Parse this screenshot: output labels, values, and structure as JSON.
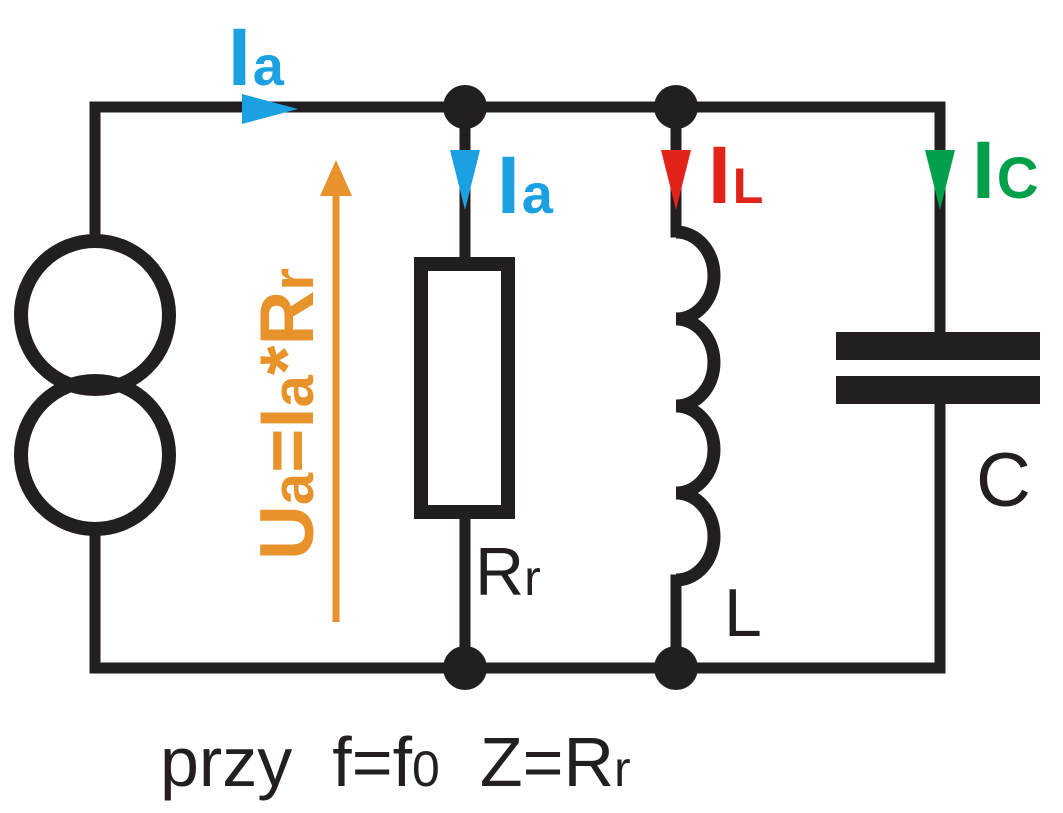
{
  "colors": {
    "wire": "#231f20",
    "blue": "#1ba1e2",
    "red": "#e2231a",
    "green": "#00a04b",
    "orange": "#e8922b"
  },
  "labels": {
    "source_current_main": "I",
    "source_current_sub": "a",
    "resistor_current_main": "I",
    "resistor_current_sub": "a",
    "inductor_current_main": "I",
    "inductor_current_sub": "L",
    "capacitor_current_main": "I",
    "capacitor_current_sub": "C",
    "voltage_U": "U",
    "voltage_a1": "a",
    "voltage_eq_I": "=I",
    "voltage_a2": "a",
    "voltage_mul_R": "*R",
    "voltage_r": "r",
    "resistor_R": "R",
    "resistor_r": "r",
    "inductor": "L",
    "capacitor": "C"
  },
  "caption": {
    "przy": "przy",
    "f_eq_f": "f=f",
    "f_sub": "0",
    "z_eq_r": "Z=R",
    "r_sub": "r"
  },
  "icons": {
    "source": "current-source-icon",
    "resistor": "resistor-icon",
    "inductor": "inductor-icon",
    "capacitor": "capacitor-icon"
  }
}
